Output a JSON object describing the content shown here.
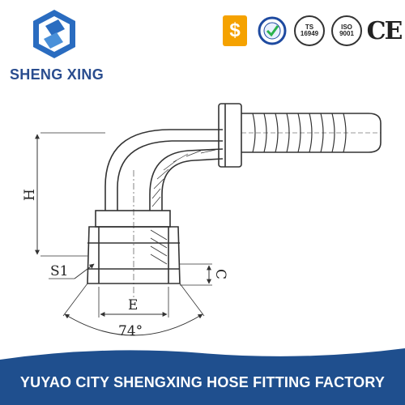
{
  "brand": {
    "name": "SHENG XING"
  },
  "certs": {
    "sgs_glyph": "$",
    "ts_lines": [
      "TS",
      "16949"
    ],
    "iso_lines": [
      "ISO",
      "9001"
    ],
    "ce": "CE",
    "icons": [
      "sgs-badge-icon",
      "check-seal-icon",
      "ts16949-seal-icon",
      "iso9001-seal-icon",
      "ce-mark-icon"
    ]
  },
  "diagram": {
    "label_h": "H",
    "label_s1": "S1",
    "label_e": "E",
    "label_c": "C",
    "label_angle": "74°"
  },
  "footer": {
    "text": "YUYAO CITY SHENGXING HOSE FITTING FACTORY"
  },
  "colors": {
    "brand_blue": "#2a4d8f",
    "footer_blue": "#1f4f8e",
    "sgs_orange": "#f5a200"
  }
}
